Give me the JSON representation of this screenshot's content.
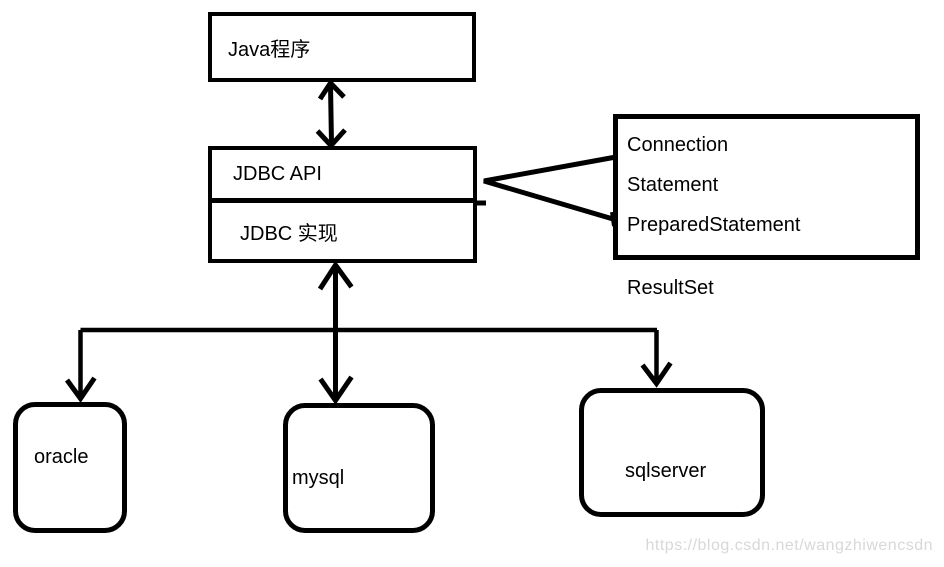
{
  "diagram": {
    "nodes": {
      "java_program": "Java程序",
      "jdbc_api": "JDBC API",
      "jdbc_impl": "JDBC 实现",
      "interfaces": [
        "Connection",
        "Statement",
        "PreparedStatement"
      ],
      "resultset": "ResultSet",
      "databases": [
        "oracle",
        "mysql",
        "sqlserver"
      ]
    },
    "watermark": "https://blog.csdn.net/wangzhiwencsdn",
    "colors": {
      "stroke": "#000000",
      "background": "#ffffff",
      "watermark": "#d8d8d8"
    }
  }
}
